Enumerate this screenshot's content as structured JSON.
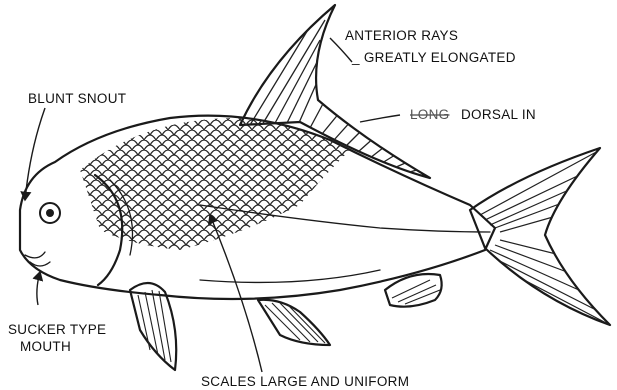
{
  "diagram": {
    "labels": {
      "anterior_rays_1": "ANTERIOR RAYS",
      "anterior_rays_2": "_ GREATLY ELONGATED",
      "long_prefix": "LONG",
      "dorsal_fin": "DORSAL IN",
      "blunt_snout": "BLUNT SNOUT",
      "sucker_mouth_1": "SUCKER TYPE",
      "sucker_mouth_2": "MOUTH",
      "scales": "SCALES LARGE AND UNIFORM"
    }
  }
}
